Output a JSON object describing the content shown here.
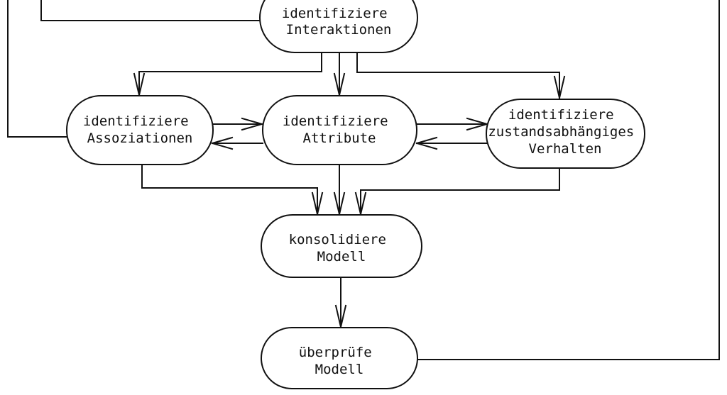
{
  "diagram": {
    "type": "flowchart",
    "language": "de",
    "background_color": "#ffffff",
    "stroke_color": "#111111",
    "node_fill_color": "#ffffff",
    "nodes": {
      "interaktionen": {
        "lines": [
          "identifiziere",
          "Interaktionen"
        ]
      },
      "assoziationen": {
        "lines": [
          "identifiziere",
          "Assoziationen"
        ]
      },
      "attribute": {
        "lines": [
          "identifiziere",
          "Attribute"
        ]
      },
      "verhalten": {
        "lines": [
          "identifiziere",
          "zustandsabhängiges",
          "Verhalten"
        ]
      },
      "konsolidiere": {
        "lines": [
          "konsolidiere",
          "Modell"
        ]
      },
      "ueberpruefe": {
        "lines": [
          "überprüfe",
          "Modell"
        ]
      }
    },
    "edges": [
      {
        "from": "offscreen-top",
        "to": "interaktionen",
        "arrow": false
      },
      {
        "from": "offscreen-top",
        "to": "assoziationen",
        "arrow": false
      },
      {
        "from": "interaktionen",
        "to": "assoziationen",
        "arrow": true
      },
      {
        "from": "interaktionen",
        "to": "attribute",
        "arrow": true
      },
      {
        "from": "interaktionen",
        "to": "verhalten",
        "arrow": true
      },
      {
        "from": "assoziationen",
        "to": "attribute",
        "arrow": true
      },
      {
        "from": "attribute",
        "to": "assoziationen",
        "arrow": true
      },
      {
        "from": "attribute",
        "to": "verhalten",
        "arrow": true
      },
      {
        "from": "verhalten",
        "to": "attribute",
        "arrow": true
      },
      {
        "from": "assoziationen",
        "to": "konsolidiere",
        "arrow": true
      },
      {
        "from": "attribute",
        "to": "konsolidiere",
        "arrow": true
      },
      {
        "from": "verhalten",
        "to": "konsolidiere",
        "arrow": true
      },
      {
        "from": "konsolidiere",
        "to": "ueberpruefe",
        "arrow": true
      },
      {
        "from": "ueberpruefe",
        "to": "offscreen-top-right",
        "arrow": false
      }
    ]
  }
}
